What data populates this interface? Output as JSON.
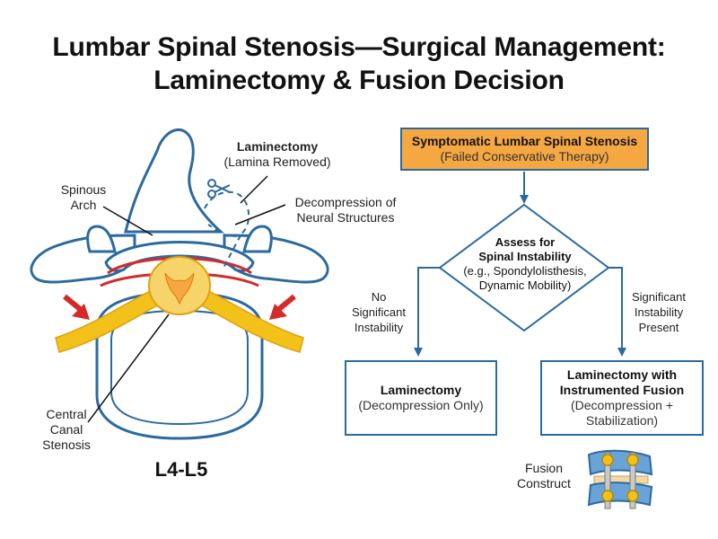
{
  "title_line1": "Lumbar Spinal Stenosis—Surgical Management:",
  "title_line2": "Laminectomy & Fusion Decision",
  "anatomy": {
    "spinous_arch_1": "Spinous",
    "spinous_arch_2": "Arch",
    "laminectomy_title": "Laminectomy",
    "laminectomy_sub": "(Lamina Removed)",
    "decompression_1": "Decompression of",
    "decompression_2": "Neural Structures",
    "central_1": "Central",
    "central_2": "Canal",
    "central_3": "Stenosis",
    "level": "L4-L5",
    "scissors_icon": "scissors-icon"
  },
  "flow": {
    "start_title": "Symptomatic Lumbar Spinal Stenosis",
    "start_sub": "(Failed Conservative Therapy)",
    "decision_1": "Assess for",
    "decision_2": "Spinal Instability",
    "decision_3": "(e.g., Spondylolisthesis,",
    "decision_4": "Dynamic Mobility)",
    "branch_left_1": "No",
    "branch_left_2": "Significant",
    "branch_left_3": "Instability",
    "branch_right_1": "Significant",
    "branch_right_2": "Instability",
    "branch_right_3": "Present",
    "left_title": "Laminectomy",
    "left_sub": "(Decompression Only)",
    "right_title_1": "Laminectomy with",
    "right_title_2": "Instrumented Fusion",
    "right_sub_1": "(Decompression +",
    "right_sub_2": "Stabilization)",
    "fusion_label_1": "Fusion",
    "fusion_label_2": "Construct"
  },
  "colors": {
    "bone_outline": "#2b6a9f",
    "nerve": "#f2c21b",
    "arrow_red": "#d42a2a",
    "ligament_red": "#d42a2a",
    "start_fill": "#f5a741",
    "flow_line": "#2b6a9f"
  }
}
